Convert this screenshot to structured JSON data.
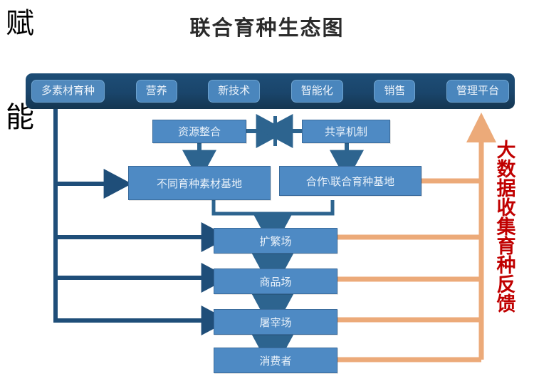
{
  "title": "联合育种生态图",
  "colors": {
    "box_fill": "#4e8ac4",
    "box_border": "#3a6b9c",
    "topbar_bg": "#1a456b",
    "pill_fill": "#4a86bd",
    "arrow_blue": "#1f4e79",
    "arrow_orange": "#ecaa79",
    "caption_red": "#c00000"
  },
  "topbar": {
    "items": [
      {
        "label": "多素材育种"
      },
      {
        "label": "营养"
      },
      {
        "label": "新技术"
      },
      {
        "label": "智能化"
      },
      {
        "label": "销售"
      },
      {
        "label": "管理平台"
      }
    ]
  },
  "mechanism_row": {
    "left": "资源整合",
    "right": "共享机制"
  },
  "base_row": {
    "left": "不同育种素材基地",
    "right": "合作\\联合育种基地"
  },
  "chain": [
    {
      "label": "扩繁场"
    },
    {
      "label": "商品场"
    },
    {
      "label": "屠宰场"
    },
    {
      "label": "消费者"
    }
  ],
  "left_caption": {
    "line1": "赋",
    "line2": "能"
  },
  "right_caption": {
    "text": "大数据收集育种反馈"
  }
}
